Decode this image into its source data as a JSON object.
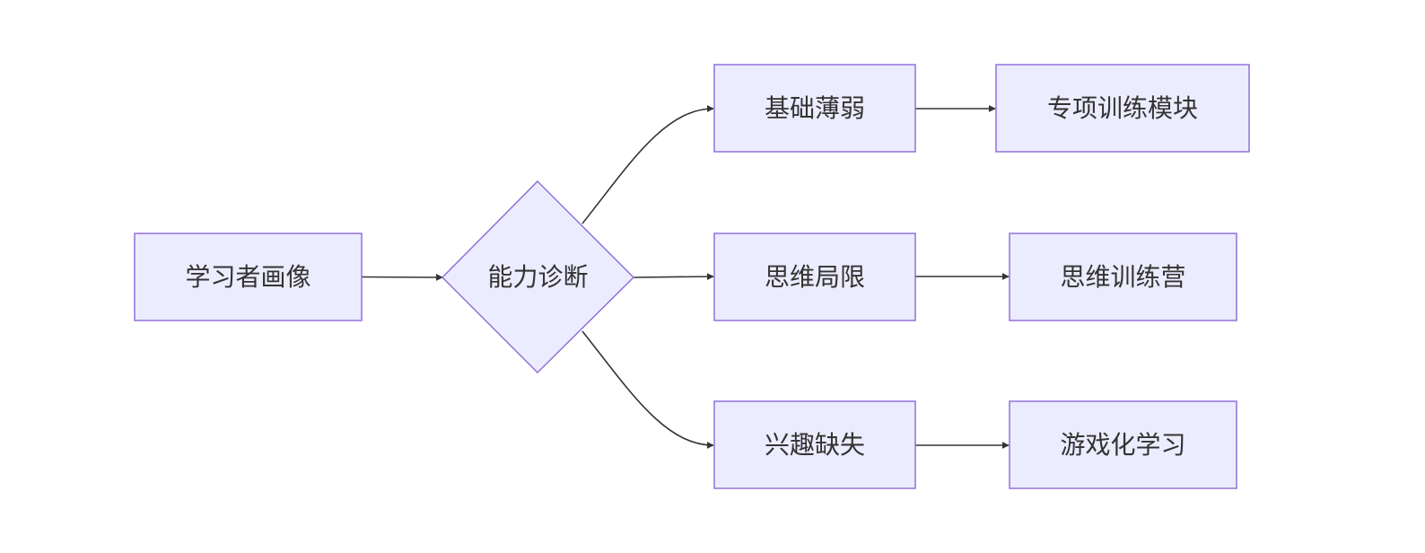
{
  "diagram": {
    "colors": {
      "node_fill": "#ECECFF",
      "node_stroke": "#9370DB",
      "edge": "#333333",
      "text": "#333333",
      "background": "#FFFFFF"
    },
    "nodes": {
      "profile": {
        "label": "学习者画像",
        "shape": "rect"
      },
      "diagnosis": {
        "label": "能力诊断",
        "shape": "diamond"
      },
      "weak_foundation": {
        "label": "基础薄弱",
        "shape": "rect"
      },
      "thinking_limit": {
        "label": "思维局限",
        "shape": "rect"
      },
      "interest_lack": {
        "label": "兴趣缺失",
        "shape": "rect"
      },
      "special_training": {
        "label": "专项训练模块",
        "shape": "rect"
      },
      "thinking_camp": {
        "label": "思维训练营",
        "shape": "rect"
      },
      "gamified_learning": {
        "label": "游戏化学习",
        "shape": "rect"
      }
    },
    "edges": [
      {
        "from": "profile",
        "to": "diagnosis"
      },
      {
        "from": "diagnosis",
        "to": "weak_foundation"
      },
      {
        "from": "diagnosis",
        "to": "thinking_limit"
      },
      {
        "from": "diagnosis",
        "to": "interest_lack"
      },
      {
        "from": "weak_foundation",
        "to": "special_training"
      },
      {
        "from": "thinking_limit",
        "to": "thinking_camp"
      },
      {
        "from": "interest_lack",
        "to": "gamified_learning"
      }
    ]
  }
}
